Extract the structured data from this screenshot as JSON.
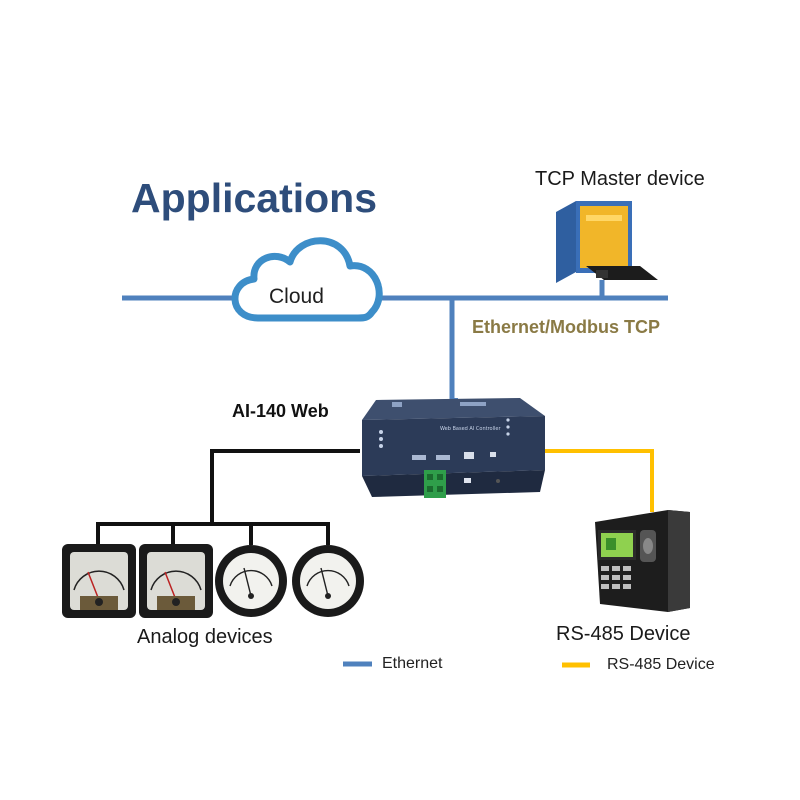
{
  "title": "Applications",
  "cloud": {
    "label": "Cloud"
  },
  "tcp_master": {
    "label": "TCP Master device"
  },
  "network": {
    "label": "Ethernet/Modbus TCP"
  },
  "controller": {
    "label": "AI-140 Web",
    "panel_text": "Web Based AI Controller"
  },
  "analog": {
    "label": "Analog devices"
  },
  "rs485": {
    "label": "RS-485 Device"
  },
  "legend": [
    {
      "label": "Ethernet",
      "color": "#4f81bd"
    },
    {
      "label": "RS-485 Device",
      "color": "#ffc000"
    }
  ],
  "colors": {
    "ethernet_line": "#4f81bd",
    "rs485_line": "#ffc000",
    "analog_wire": "#111111",
    "cloud_outline": "#3d8ec9",
    "title": "#2e4d7b"
  }
}
